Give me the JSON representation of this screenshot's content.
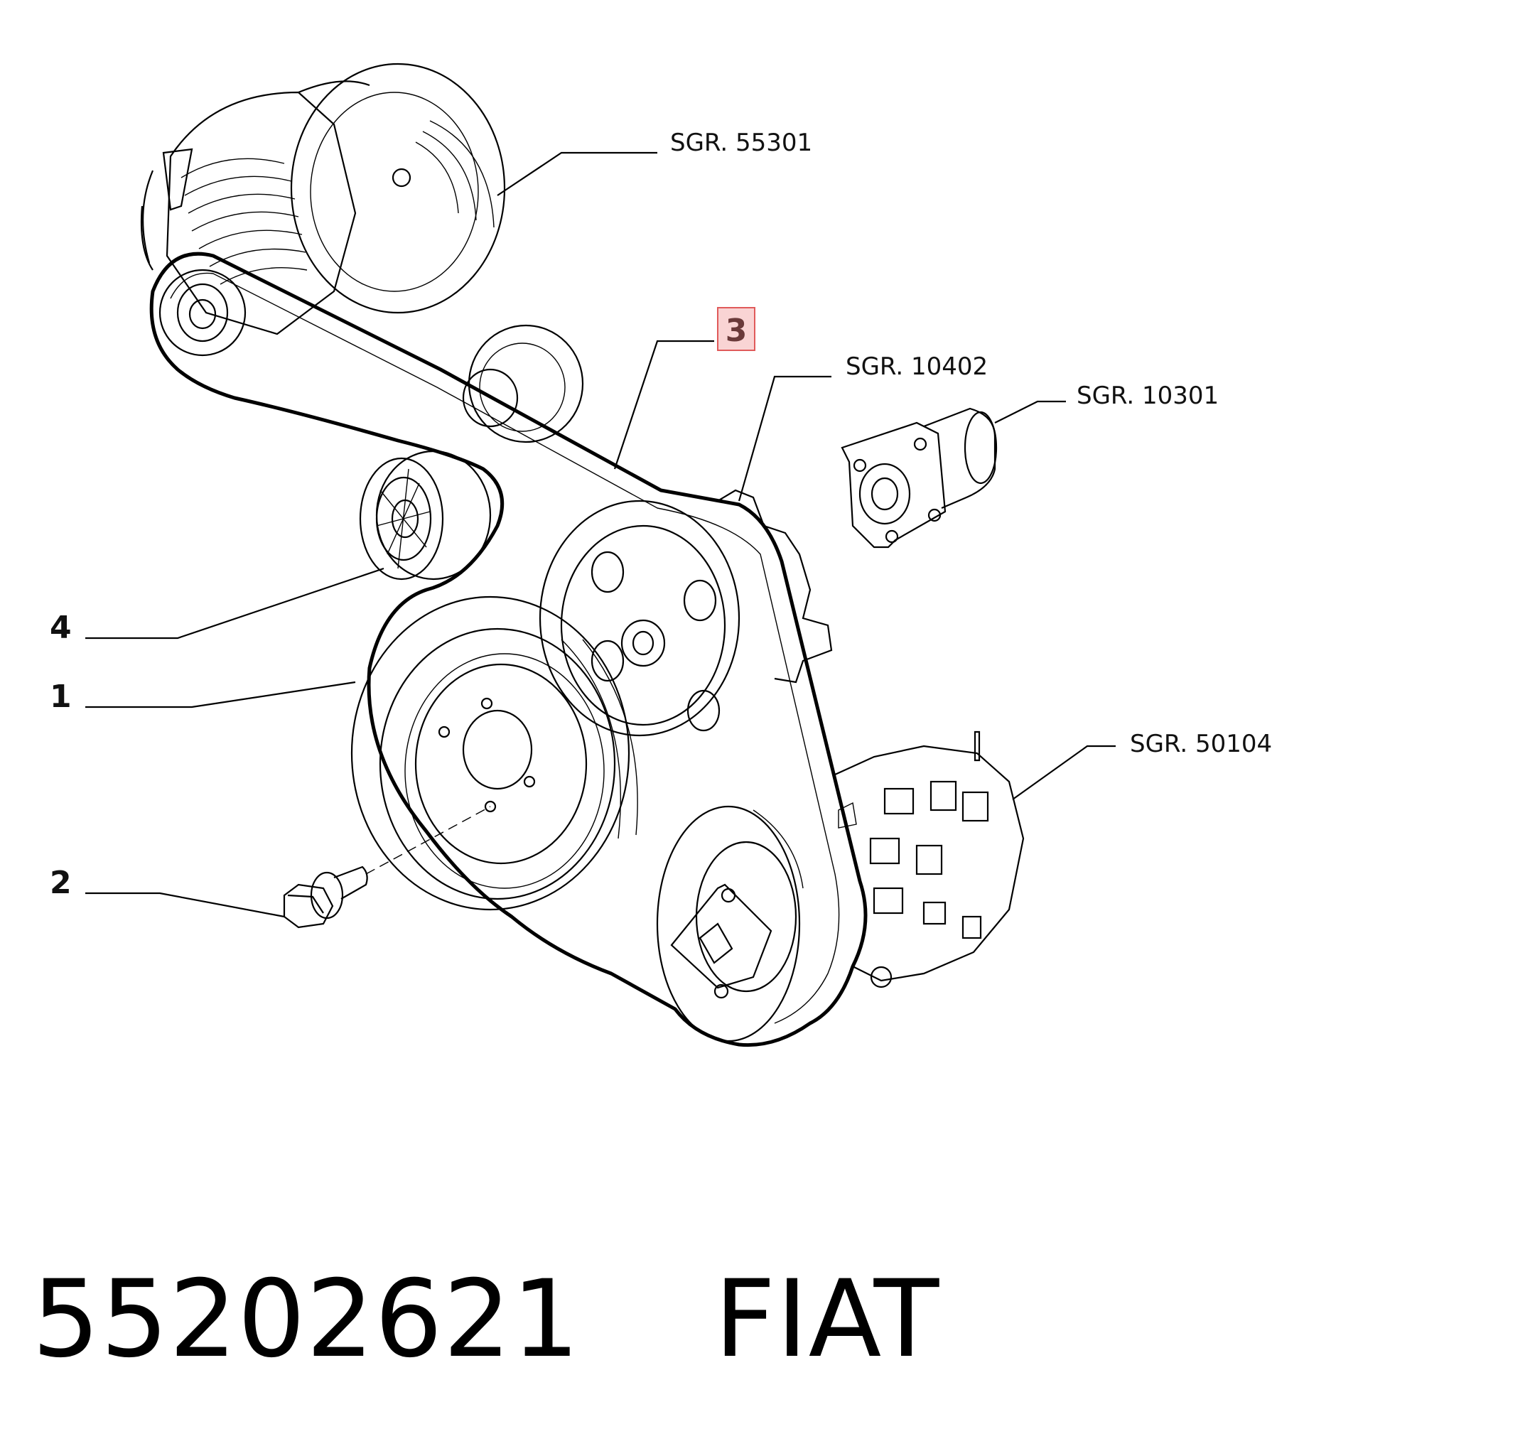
{
  "diagram": {
    "callouts": [
      {
        "id": "sgr-55301",
        "label": "SGR. 55301"
      },
      {
        "id": "sgr-10402",
        "label": "SGR. 10402"
      },
      {
        "id": "sgr-10301",
        "label": "SGR. 10301"
      },
      {
        "id": "sgr-50104",
        "label": "SGR. 50104"
      }
    ],
    "parts": [
      {
        "id": "part-1",
        "label": "1"
      },
      {
        "id": "part-2",
        "label": "2"
      },
      {
        "id": "part-3",
        "label": "3",
        "highlighted": true
      },
      {
        "id": "part-4",
        "label": "4"
      }
    ],
    "highlight_color": "#e05a5a",
    "highlight_fill": "#f9d4d4"
  },
  "footer": {
    "part_number": "55202621",
    "brand": "FIAT"
  }
}
